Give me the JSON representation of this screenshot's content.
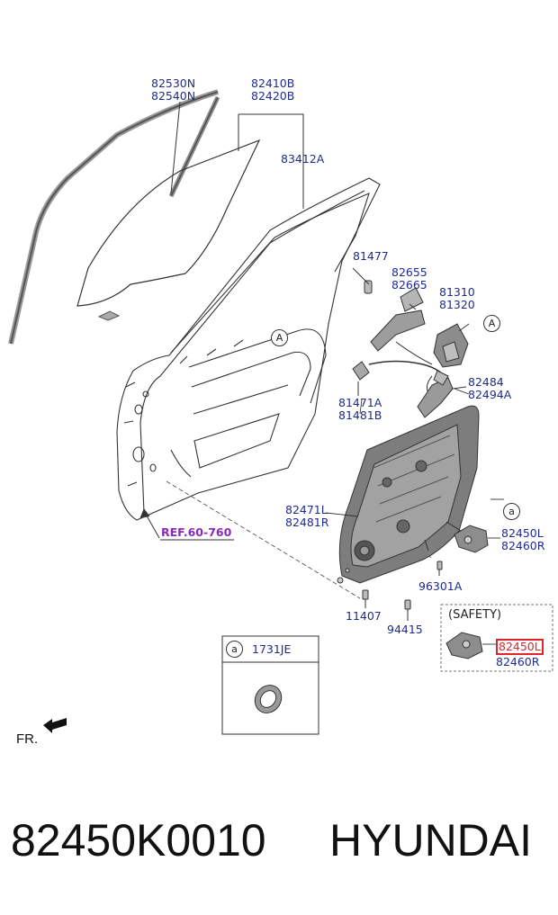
{
  "diagram": {
    "labels": {
      "run_seal": [
        "82530N",
        "82540N"
      ],
      "glass": [
        "82410B",
        "82420B"
      ],
      "glass_sub": "83412A",
      "bolt_81477": "81477",
      "handle": [
        "82655",
        "82665"
      ],
      "latch": [
        "81310",
        "81320"
      ],
      "striker": [
        "81471A",
        "81481B"
      ],
      "inner_handle": [
        "82484",
        "82494A"
      ],
      "regulator": [
        "82471L",
        "82481R"
      ],
      "motor": [
        "82450L",
        "82460R"
      ],
      "screw_96301": "96301A",
      "bolt_11407": "11407",
      "bolt_94415": "94415",
      "ref": "REF.60-760",
      "safety_title": "(SAFETY)",
      "safety_motor_highlight": "82450L",
      "safety_motor_second": "82460R",
      "box_circle": "a",
      "box_part": "1731JE",
      "circle_A": "A",
      "circle_a": "a",
      "fr": "FR."
    }
  },
  "footer": {
    "part_number": "82450K0010",
    "brand": "HYUNDAI"
  }
}
